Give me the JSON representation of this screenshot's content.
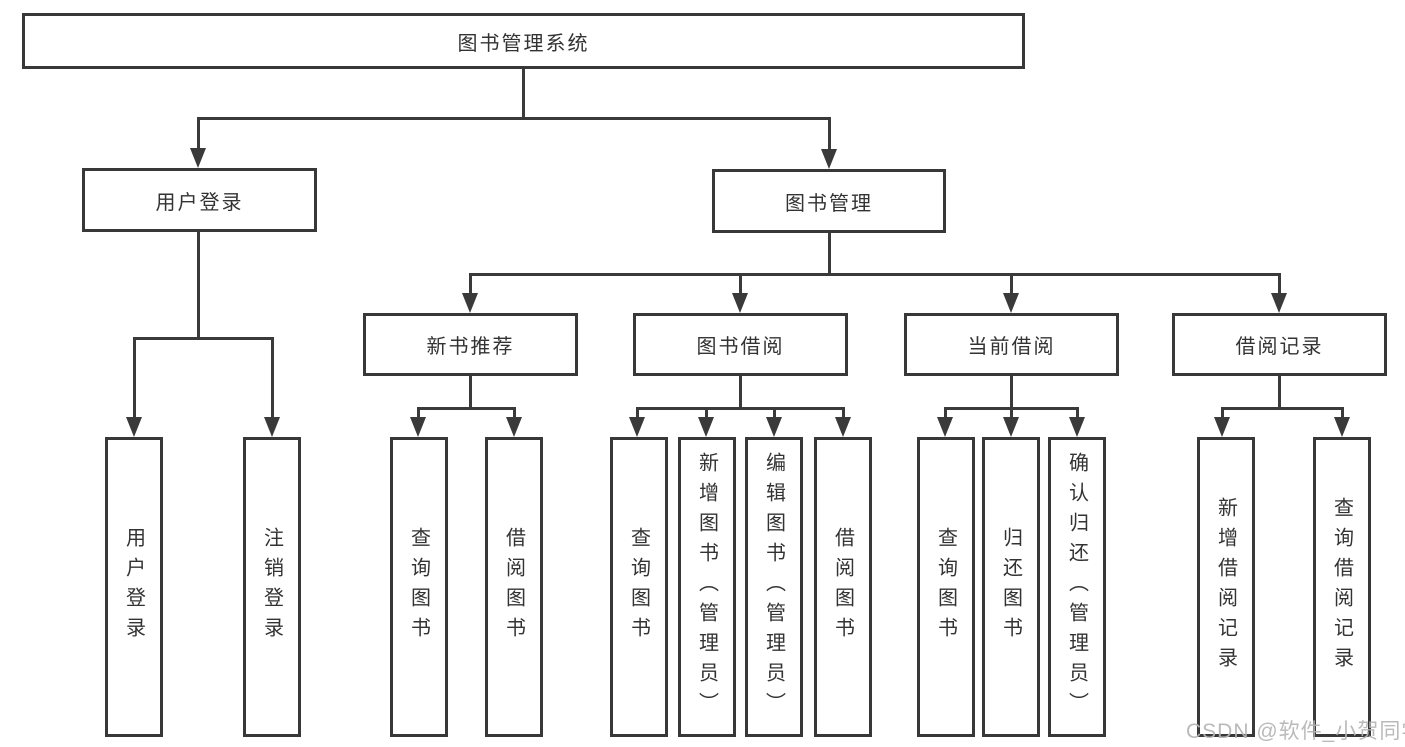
{
  "diagram": {
    "root": {
      "label": "图书管理系统"
    },
    "branches": [
      {
        "label": "用户登录",
        "children": [
          {
            "label": "用户登录"
          },
          {
            "label": "注销登录"
          }
        ]
      },
      {
        "label": "图书管理",
        "children": [
          {
            "label": "新书推荐",
            "children": [
              {
                "label": "查询图书"
              },
              {
                "label": "借阅图书"
              }
            ]
          },
          {
            "label": "图书借阅",
            "children": [
              {
                "label": "查询图书"
              },
              {
                "label": "新增图书（管理员）"
              },
              {
                "label": "编辑图书（管理员）"
              },
              {
                "label": "借阅图书"
              }
            ]
          },
          {
            "label": "当前借阅",
            "children": [
              {
                "label": "查询图书"
              },
              {
                "label": "归还图书"
              },
              {
                "label": "确认归还（管理员）"
              }
            ]
          },
          {
            "label": "借阅记录",
            "children": [
              {
                "label": "新增借阅记录"
              },
              {
                "label": "查询借阅记录"
              }
            ]
          }
        ]
      }
    ],
    "watermark": "CSDN @软件_小贺同学",
    "colors": {
      "line": "#3a3a3a",
      "border": "#383838",
      "text": "#333333",
      "watermark": "#b5b5b5",
      "background": "#ffffff"
    }
  }
}
